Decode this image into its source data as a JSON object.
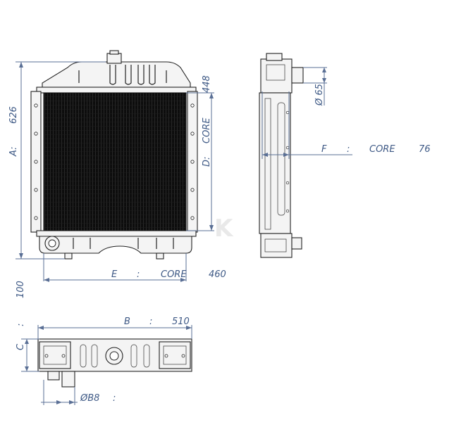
{
  "front_view": {
    "height_label": "A:",
    "height_value": "626",
    "core_height_label": "D:",
    "core_height_core": "CORE",
    "core_height_value": "448",
    "core_width_label": "E",
    "core_width_sep": ":",
    "core_width_core": "CORE",
    "core_width_value": "460",
    "watermark": "K"
  },
  "side_view": {
    "inlet_diameter": "Ø 65",
    "depth_label": "F",
    "depth_sep": ":",
    "depth_core": "CORE",
    "depth_value": "76"
  },
  "top_view": {
    "depth_label": "C",
    "depth_sep": ":",
    "depth_value": "100",
    "width_label": "B",
    "width_sep": ":",
    "width_value": "510",
    "outlet_diameter_label": "ØB8",
    "outlet_diameter_sep": ":"
  }
}
